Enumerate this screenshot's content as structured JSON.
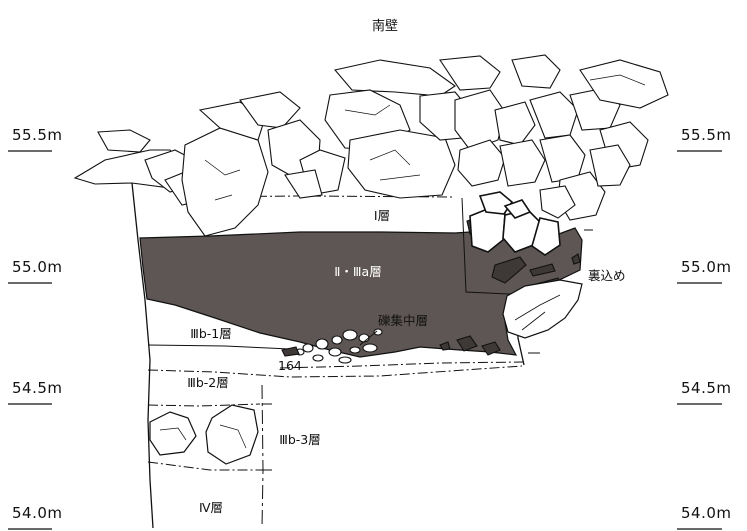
{
  "title": "南壁",
  "elevations": {
    "left": [
      "55.5m",
      "55.0m",
      "54.5m",
      "54.0m"
    ],
    "right": [
      "55.5m",
      "55.0m",
      "54.5m",
      "54.0m"
    ]
  },
  "layers": {
    "layer_1": "Ⅰ層",
    "layer_2_3a": "Ⅱ・Ⅲa層",
    "layer_3b1": "Ⅲb-1層",
    "layer_3b2": "Ⅲb-2層",
    "layer_3b3": "Ⅲb-3層",
    "layer_4": "Ⅳ層"
  },
  "annotations": {
    "gravel_layer": "礫集中層",
    "backfill": "裏込め",
    "number": "164"
  },
  "colors": {
    "fill_dark": "#5e5654",
    "line": "#111111",
    "background": "#ffffff"
  }
}
